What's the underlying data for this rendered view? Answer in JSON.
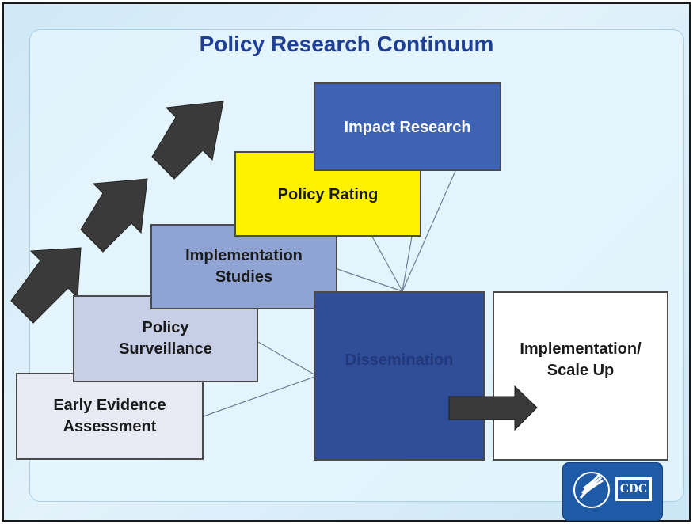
{
  "title": "Policy Research Continuum",
  "boxes": {
    "early_evidence": "Early Evidence Assessment",
    "policy_surveillance": "Policy Surveillance",
    "implementation_studies": "Implementation Studies",
    "policy_rating": "Policy Rating",
    "impact_research": "Impact Research",
    "dissemination": "Dissemination",
    "implementation_scale_up": "Implementation/ Scale Up"
  },
  "logo": {
    "text": "CDC",
    "icon": "hhs-eagle-icon"
  },
  "colors": {
    "title": "#1f3f95",
    "early_evidence": "#e7e9f3",
    "policy_surveillance": "#c7cfe7",
    "implementation_studies": "#8fa4d2",
    "policy_rating": "#fff200",
    "impact_research": "#3f63b4",
    "dissemination": "#2f4e97",
    "arrows": "#3a3a3a"
  }
}
